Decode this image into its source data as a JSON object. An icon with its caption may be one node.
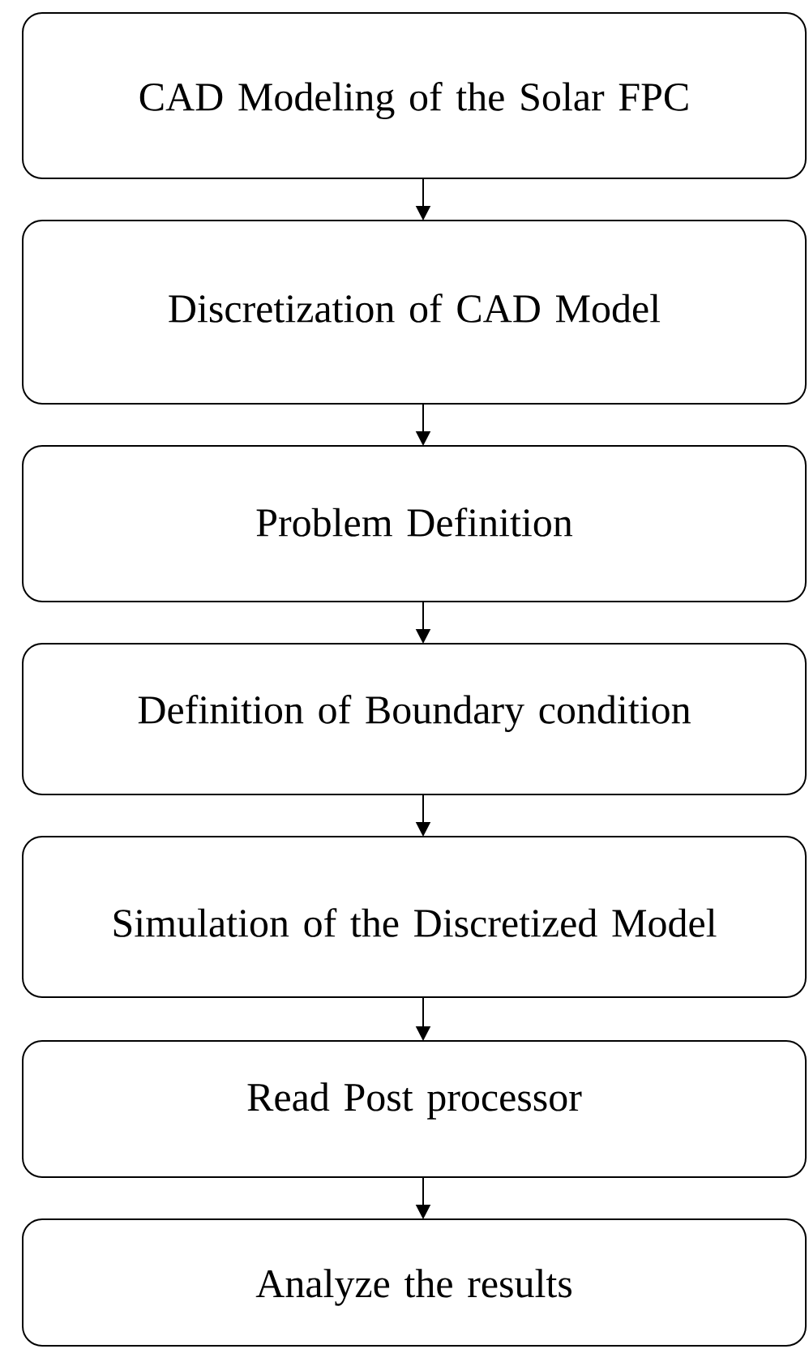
{
  "diagram": {
    "nodes": [
      {
        "text": [
          "CAD Modeling of the Solar FPC"
        ]
      },
      {
        "text": [
          "Discretization of CAD Model"
        ]
      },
      {
        "text": [
          "Problem Definition"
        ]
      },
      {
        "text": [
          "Definition of Boundary condition"
        ]
      },
      {
        "text": [
          "Simulation of the Discretized Model"
        ]
      },
      {
        "text": [
          "Read Post processor"
        ]
      },
      {
        "text": [
          "Analyze the results"
        ]
      }
    ],
    "edges": [
      {
        "from": 0,
        "to": 1,
        "arrow": "to"
      },
      {
        "from": 1,
        "to": 2,
        "arrow": "to"
      },
      {
        "from": 2,
        "to": 3,
        "arrow": "to"
      },
      {
        "from": 3,
        "to": 4,
        "arrow": "to"
      },
      {
        "from": 4,
        "to": 5,
        "arrow": "to"
      },
      {
        "from": 5,
        "to": 6,
        "arrow": "to"
      }
    ]
  }
}
